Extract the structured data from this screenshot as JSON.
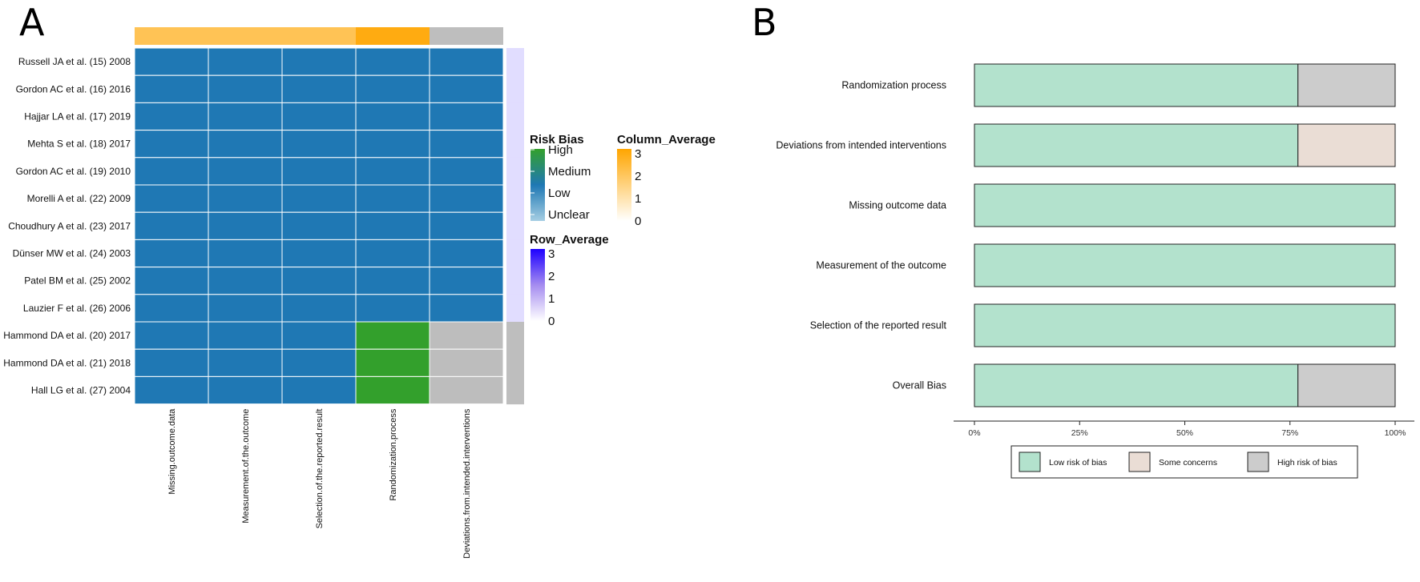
{
  "panel_a_label": "A",
  "panel_b_label": "B",
  "chart_data": [
    {
      "type": "heatmap",
      "rows": [
        "Russell JA et al. (15) 2008",
        "Gordon AC et al. (16) 2016",
        "Hajjar LA et al. (17) 2019",
        "Mehta S et al. (18) 2017",
        "Gordon AC et al. (19) 2010",
        "Morelli A et al. (22) 2009",
        "Choudhury A et al. (23) 2017",
        "Dünser MW et al. (24) 2003",
        "Patel BM et al. (25) 2002",
        "Lauzier F et al. (26) 2006",
        "Hammond DA et al. (20) 2017",
        "Hammond DA et al. (21) 2018",
        "Hall LG et al. (27) 2004"
      ],
      "columns": [
        "Missing.outcome.data",
        "Measurement.of.the.outcome",
        "Selection.of.the.reported.result",
        "Randomization.process",
        "Deviations.from.intended.interventions"
      ],
      "values": [
        [
          "Low",
          "Low",
          "Low",
          "Low",
          "Low"
        ],
        [
          "Low",
          "Low",
          "Low",
          "Low",
          "Low"
        ],
        [
          "Low",
          "Low",
          "Low",
          "Low",
          "Low"
        ],
        [
          "Low",
          "Low",
          "Low",
          "Low",
          "Low"
        ],
        [
          "Low",
          "Low",
          "Low",
          "Low",
          "Low"
        ],
        [
          "Low",
          "Low",
          "Low",
          "Low",
          "Low"
        ],
        [
          "Low",
          "Low",
          "Low",
          "Low",
          "Low"
        ],
        [
          "Low",
          "Low",
          "Low",
          "Low",
          "Low"
        ],
        [
          "Low",
          "Low",
          "Low",
          "Low",
          "Low"
        ],
        [
          "Low",
          "Low",
          "Low",
          "Low",
          "Low"
        ],
        [
          "Low",
          "Low",
          "Low",
          "High",
          "Unclear"
        ],
        [
          "Low",
          "Low",
          "Low",
          "High",
          "Unclear"
        ],
        [
          "Low",
          "Low",
          "Low",
          "High",
          "Unclear"
        ]
      ],
      "category_colors": {
        "High": "#33a02c",
        "Low": "#1f78b4",
        "Unclear": "#bdbdbd"
      },
      "column_average": [
        2,
        2,
        2,
        2.8,
        0
      ],
      "row_average": [
        0.4,
        0.4,
        0.4,
        0.4,
        0.4,
        0.4,
        0.4,
        0.4,
        0.4,
        0.4,
        0,
        0,
        0
      ],
      "legends": {
        "risk_bias": {
          "title": "Risk Bias",
          "levels": [
            "High",
            "Medium",
            "Low",
            "Unclear"
          ]
        },
        "column_average": {
          "title": "Column_Average",
          "ticks": [
            "3",
            "2",
            "1",
            "0"
          ]
        },
        "row_average": {
          "title": "Row_Average",
          "ticks": [
            "3",
            "2",
            "1",
            "0"
          ]
        }
      }
    },
    {
      "type": "bar",
      "stacked": true,
      "orientation": "horizontal",
      "categories": [
        "Randomization process",
        "Deviations from intended interventions",
        "Missing outcome data",
        "Measurement of the outcome",
        "Selection of the reported result",
        "Overall Bias"
      ],
      "series": [
        {
          "name": "Low risk of bias",
          "color": "#b3e2cd",
          "values": [
            76.9,
            76.9,
            100,
            100,
            100,
            76.9
          ]
        },
        {
          "name": "Some concerns",
          "color": "#eaddd5",
          "values": [
            0,
            23.1,
            0,
            0,
            0,
            0
          ]
        },
        {
          "name": "High risk of bias",
          "color": "#cccccc",
          "values": [
            23.1,
            0,
            0,
            0,
            0,
            23.1
          ]
        }
      ],
      "xticks": [
        "0%",
        "25%",
        "50%",
        "75%",
        "100%"
      ],
      "xlim": [
        0,
        100
      ]
    }
  ]
}
